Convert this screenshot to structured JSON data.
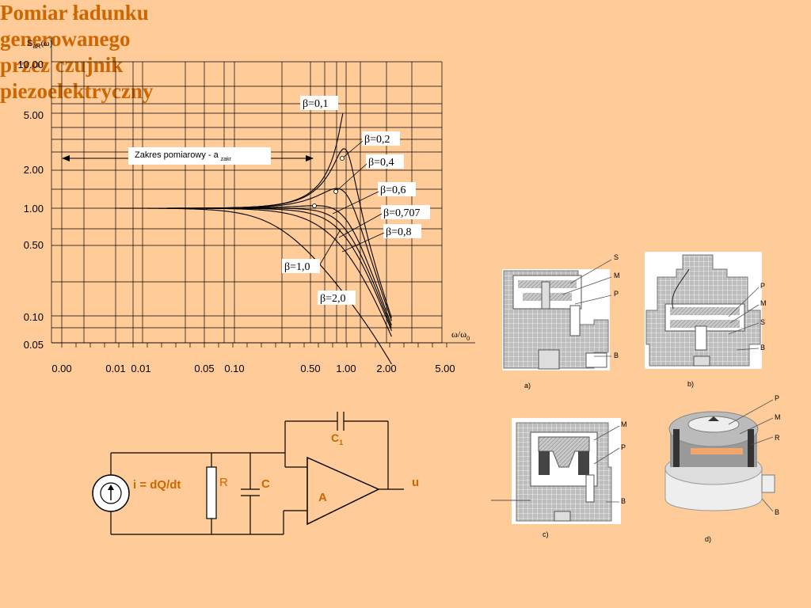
{
  "title_lines": [
    "Pomiar ładunku",
    "generowanego",
    "przez czujnik",
    "piezoelektryczny"
  ],
  "chart_data": {
    "type": "line",
    "ylabel_main": "S",
    "ylabel_sub": "aR",
    "ylabel_arg": "(ω)",
    "xlabel_main": "ω/ω",
    "xlabel_sub": "0",
    "yticks": [
      "10.00",
      "5.00",
      "2.00",
      "1.00",
      "0.50",
      "0.10",
      "0.05"
    ],
    "xticks": [
      "0.00",
      "0.01",
      "0.01",
      "0.05",
      "0.10",
      "0.50",
      "1.00",
      "2.00",
      "5.00"
    ],
    "range_label": "Zakres pomiarowy   -   a",
    "range_label_sub": "zakr",
    "series_labels": [
      "β=0,1",
      "β=0,2",
      "β=0,4",
      "β=0,6",
      "β=0,707",
      "β=0,8",
      "β=1,0",
      "β=2,0"
    ]
  },
  "circuit": {
    "source_label": "i = dQ/dt",
    "r_label": "R",
    "c_label": "C",
    "c1_label": "C",
    "c1_sub": "1",
    "amp_label": "A",
    "out_label": "u"
  },
  "sensors": {
    "a": {
      "caption": "a)",
      "labels": [
        "S",
        "M",
        "P",
        "B"
      ]
    },
    "b": {
      "caption": "b)",
      "labels": [
        "P",
        "M",
        "S",
        "B"
      ]
    },
    "c": {
      "caption": "c)",
      "labels": [
        "M",
        "P",
        "B"
      ]
    },
    "d": {
      "caption": "d)",
      "labels": [
        "P",
        "M",
        "R",
        "B"
      ]
    }
  },
  "colors": {
    "background": "#FFCC99",
    "title": "#CC6600",
    "accent_label": "#CC6600",
    "grid": "#000000"
  }
}
